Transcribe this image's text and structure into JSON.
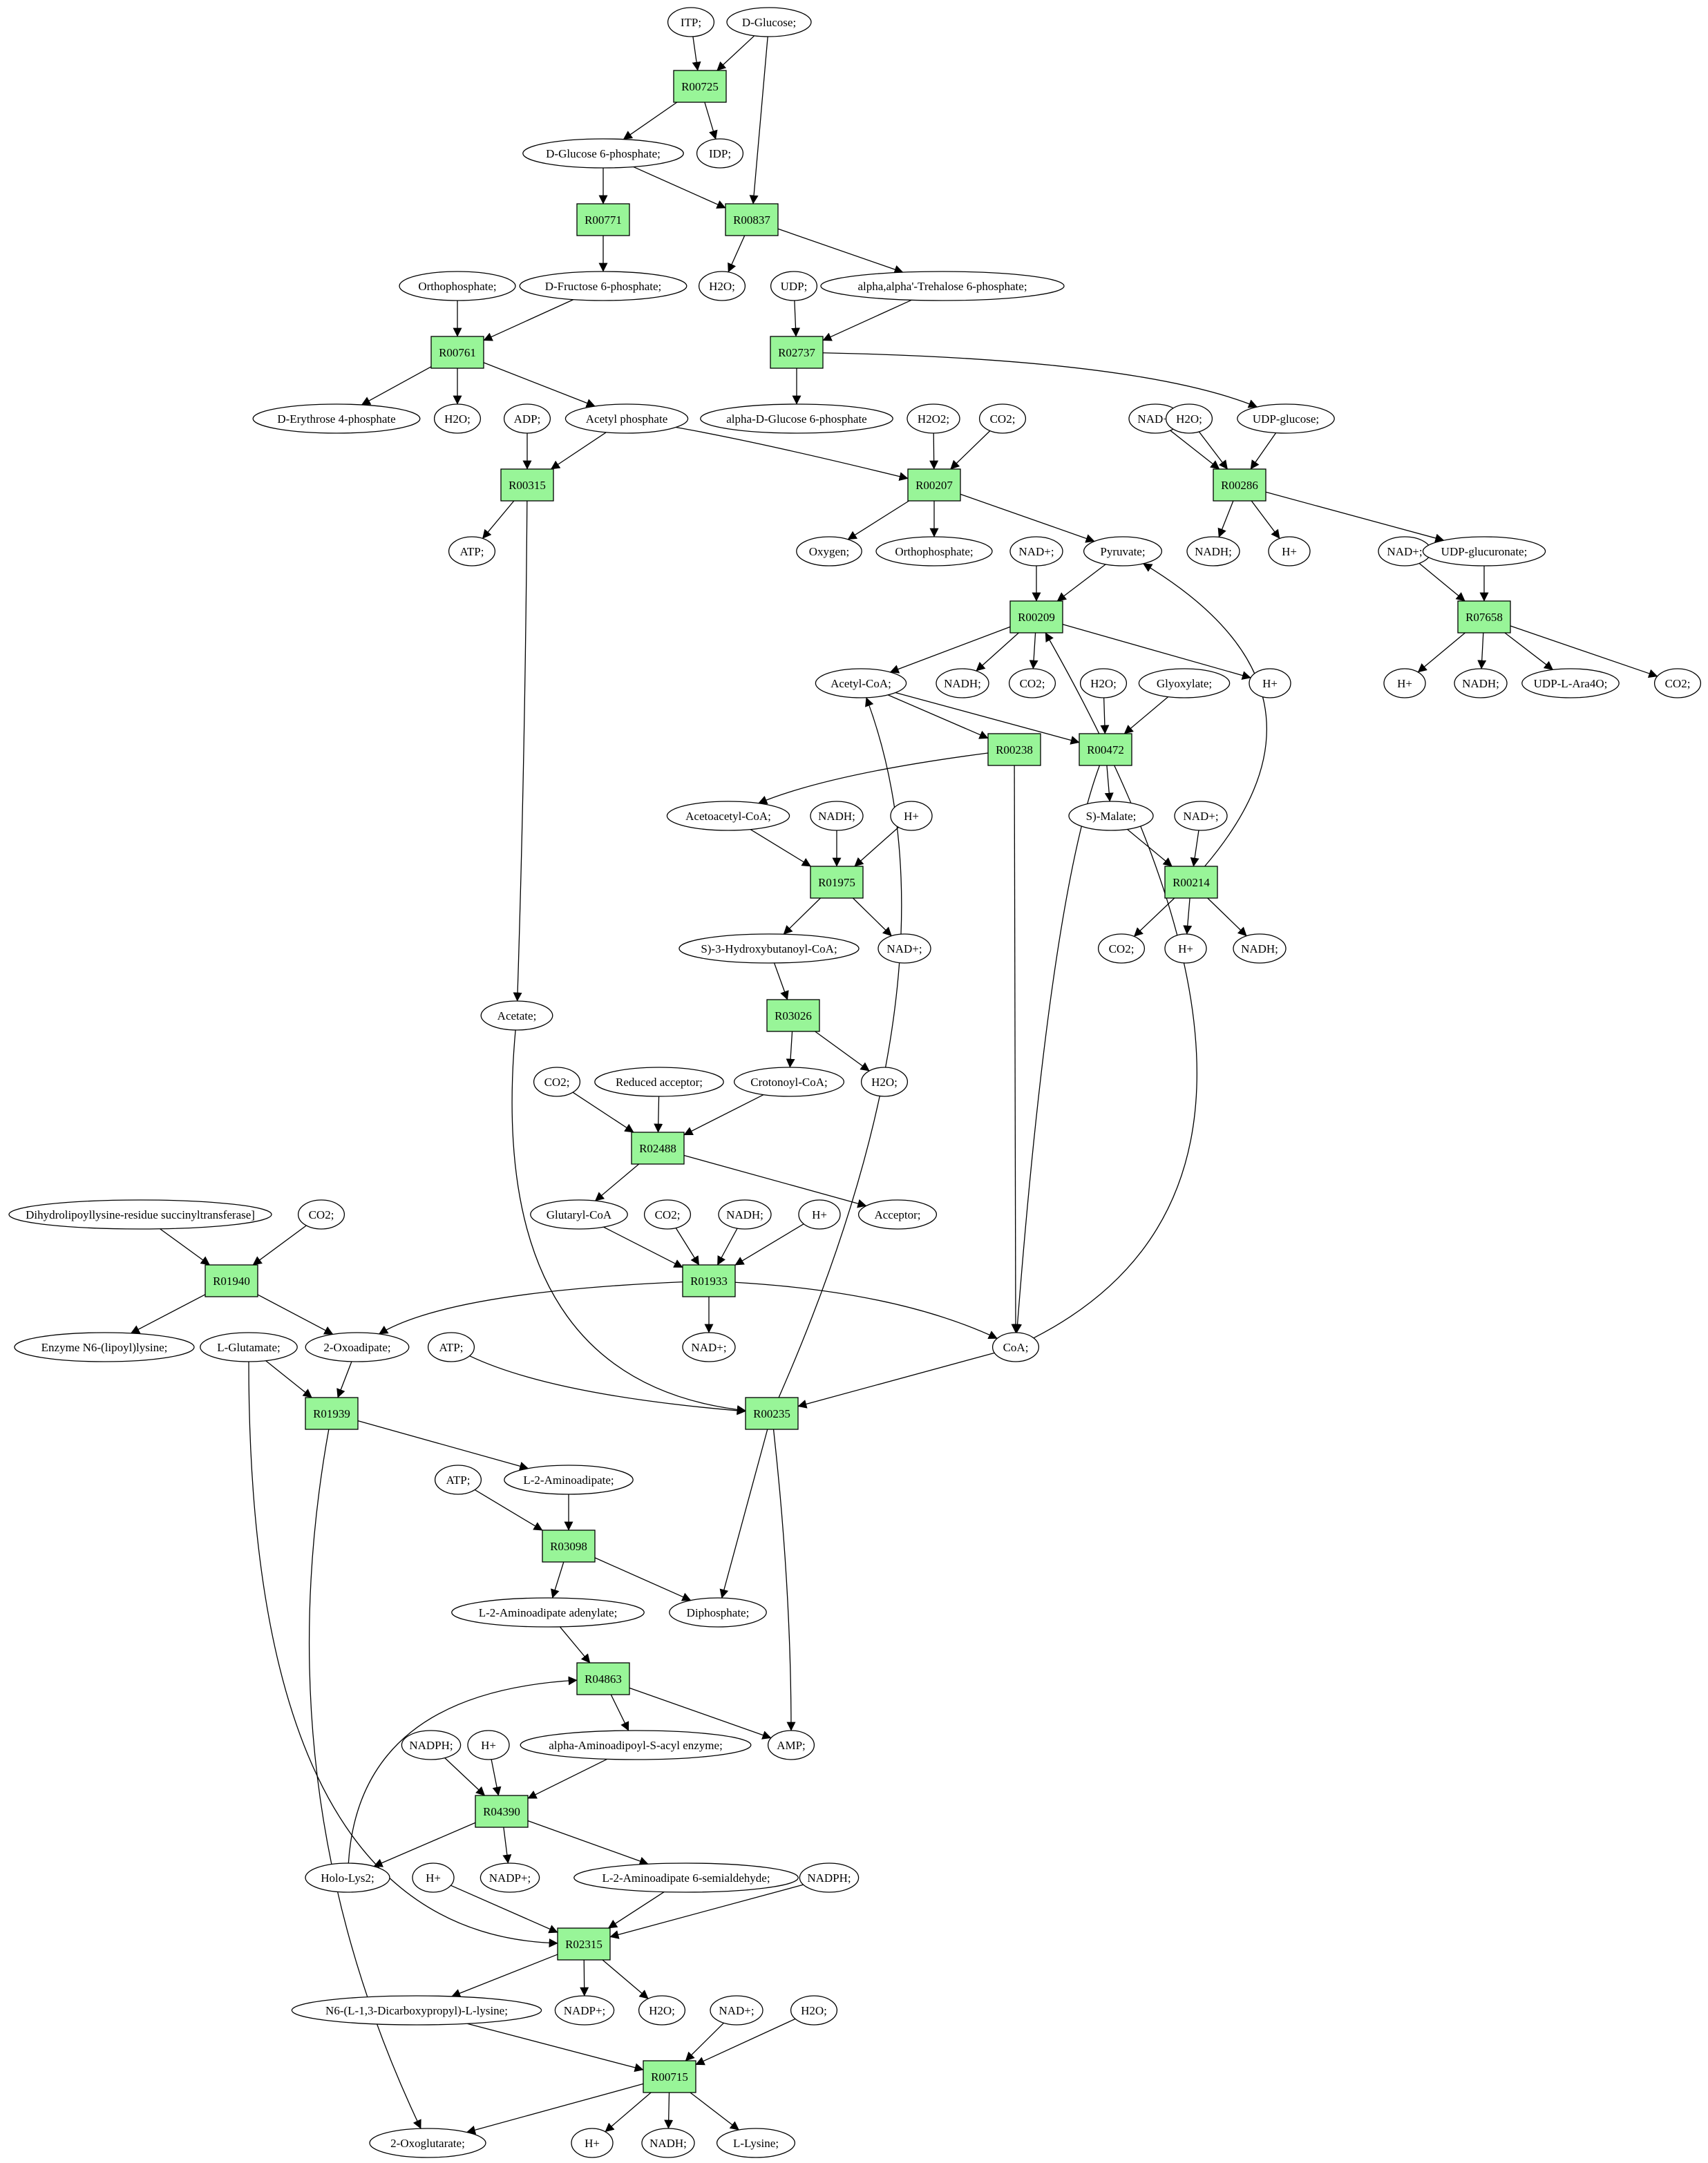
{
  "colors": {
    "reaction_fill": "#98f598",
    "start_fill": "#00ee00",
    "target_fill": "#ffff00",
    "compound_fill": "#ffffff",
    "stroke": "#000000"
  },
  "start_compound": "D-Glucose;",
  "target_compound": "L-Lysine;",
  "reactions": [
    "R00725",
    "R00771",
    "R00837",
    "R00761",
    "R02737",
    "R00315",
    "R00207",
    "R00286",
    "R00209",
    "R07658",
    "R00238",
    "R00472",
    "R01975",
    "R00214",
    "R03026",
    "R02488",
    "R01940",
    "R01933",
    "R01939",
    "R00235",
    "R03098",
    "R04863",
    "R04390",
    "R02315",
    "R00715"
  ],
  "compounds": [
    "ITP;",
    "D-Glucose;",
    "IDP;",
    "D-Glucose 6-phosphate;",
    "H2O;",
    "UDP;",
    "alpha,alpha'-Trehalose 6-phosphate;",
    "Orthophosphate;",
    "D-Fructose 6-phosphate;",
    "D-Erythrose 4-phosphate",
    "ADP;",
    "Acetyl phosphate",
    "alpha-D-Glucose 6-phosphate",
    "H2O2;",
    "CO2;",
    "NAD+;",
    "UDP-glucose;",
    "ATP;",
    "Oxygen;",
    "Pyruvate;",
    "NADH;",
    "H+",
    "UDP-glucuronate;",
    "Acetyl-CoA;",
    "Glyoxylate;",
    "UDP-L-Ara4O;",
    "Acetoacetyl-CoA;",
    "S)-Malate;",
    "S)-3-Hydroxybutanoyl-CoA;",
    "Acetate;",
    "Reduced acceptor;",
    "Crotonoyl-CoA;",
    "Dihydrolipoyllysine-residue succinyltransferase]",
    "Glutaryl-CoA",
    "Acceptor;",
    "Enzyme N6-(lipoyl)lysine;",
    "L-Glutamate;",
    "2-Oxoadipate;",
    "CoA;",
    "L-2-Aminoadipate;",
    "L-2-Aminoadipate adenylate;",
    "Diphosphate;",
    "NADPH;",
    "alpha-Aminoadipoyl-S-acyl enzyme;",
    "AMP;",
    "Holo-Lys2;",
    "NADP+;",
    "L-2-Aminoadipate 6-semialdehyde;",
    "N6-(L-1,3-Dicarboxypropyl)-L-lysine;",
    "2-Oxoglutarate;",
    "L-Lysine;"
  ]
}
